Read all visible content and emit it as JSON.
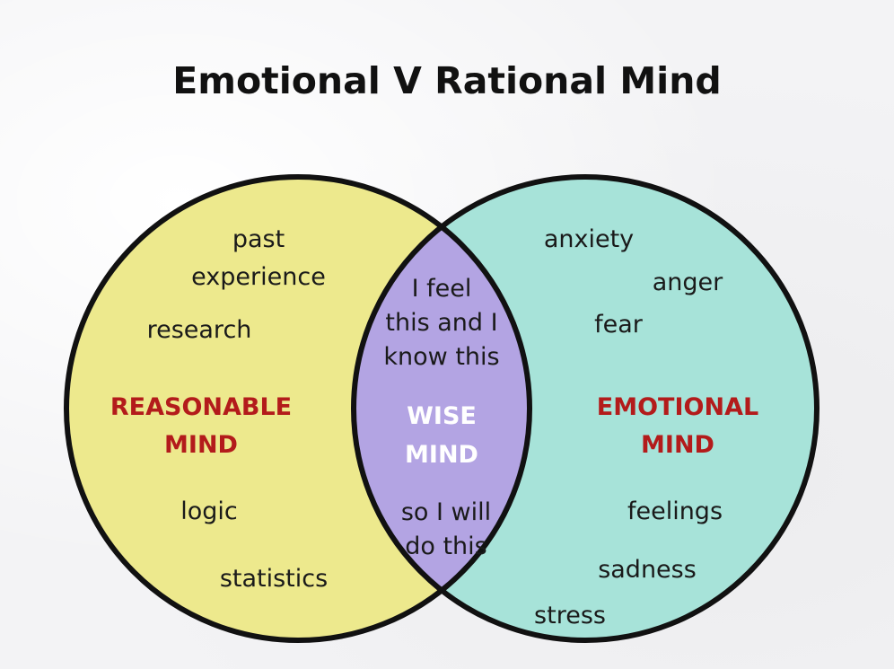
{
  "title": "Emotional V Rational Mind",
  "colors": {
    "left_circle": "#ede98d",
    "right_circle": "#a7e3d9",
    "overlap": "#b3a4e3",
    "outline": "#111111",
    "heading_red": "#b31b1b",
    "heading_white": "#ffffff"
  },
  "left": {
    "heading": [
      "REASONABLE",
      "MIND"
    ],
    "words": {
      "past": "past",
      "experience": "experience",
      "research": "research",
      "logic": "logic",
      "statistics": "statistics"
    }
  },
  "center": {
    "heading": [
      "WISE",
      "MIND"
    ],
    "top_text": [
      "I feel",
      "this and I",
      "know this"
    ],
    "bottom_text": [
      "so I will",
      "do this"
    ]
  },
  "right": {
    "heading": [
      "EMOTIONAL",
      "MIND"
    ],
    "words": {
      "anxiety": "anxiety",
      "anger": "anger",
      "fear": "fear",
      "feelings": "feelings",
      "sadness": "sadness",
      "stress": "stress"
    }
  }
}
